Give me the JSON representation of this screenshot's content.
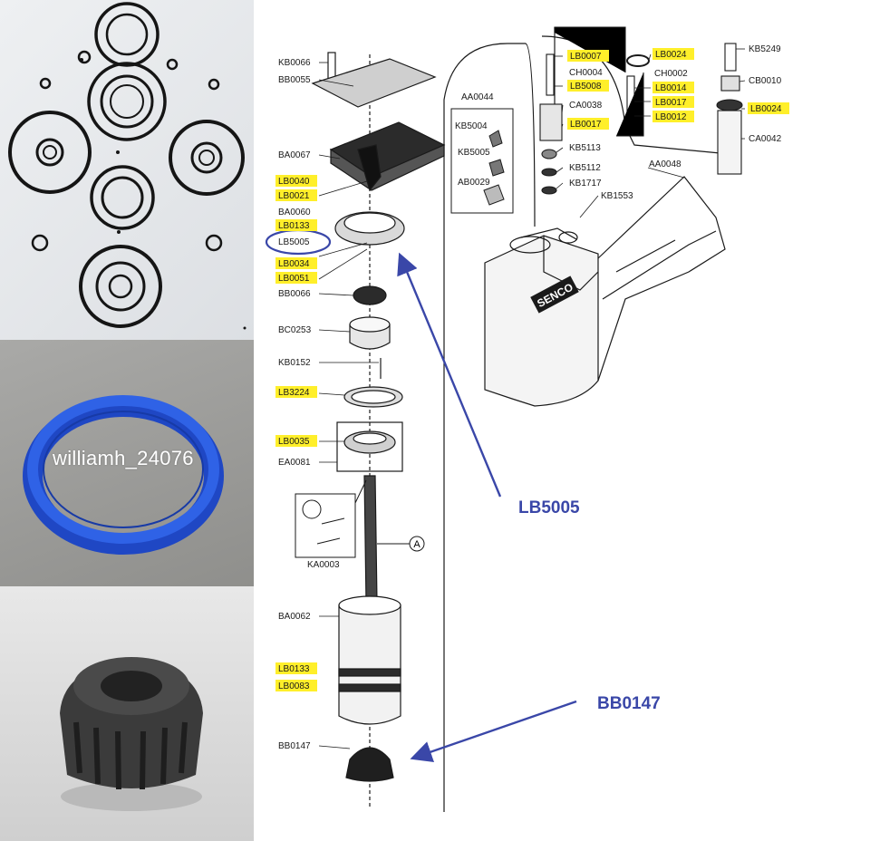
{
  "watermark": "williamh_24076",
  "callouts": {
    "lb5005": "LB5005",
    "bb0147": "BB0147"
  },
  "labels": {
    "kb0066": "KB0066",
    "bb0055": "BB0055",
    "ba0067": "BA0067",
    "lb0040": "LB0040",
    "lb0021": "LB0021",
    "ba0060": "BA0060",
    "lb0133a": "LB0133",
    "lb5005": "LB5005",
    "lb0034": "LB0034",
    "lb0051": "LB0051",
    "bb0066": "BB0066",
    "bc0253": "BC0253",
    "kb0152": "KB0152",
    "lb3224": "LB3224",
    "lb0035": "LB0035",
    "ea0081": "EA0081",
    "ka0003": "KA0003",
    "circle_a": "A",
    "ba0062": "BA0062",
    "lb0133b": "LB0133",
    "lb0083": "LB0083",
    "bb0147": "BB0147",
    "aa0044": "AA0044",
    "kb5004": "KB5004",
    "kb5005": "KB5005",
    "ab0029": "AB0029",
    "lb0007": "LB0007",
    "ch0004": "CH0004",
    "lb5008": "LB5008",
    "ca0038": "CA0038",
    "lb0017a": "LB0017",
    "kb5113": "KB5113",
    "kb5112": "KB5112",
    "kb1717": "KB1717",
    "kb1553": "KB1553",
    "aa0048": "AA0048",
    "lb0024a": "LB0024",
    "ch0002": "CH0002",
    "lb0014": "LB0014",
    "lb0017b": "LB0017",
    "lb0012": "LB0012",
    "kb5249": "KB5249",
    "cb0010": "CB0010",
    "lb0024b": "LB0024",
    "ca0042": "CA0042",
    "brand": "SENCO"
  },
  "colors": {
    "highlight": "#ffef2a",
    "callout": "#3a47a8",
    "ring_blue": "#2952d4",
    "line": "#1a1a1a"
  }
}
